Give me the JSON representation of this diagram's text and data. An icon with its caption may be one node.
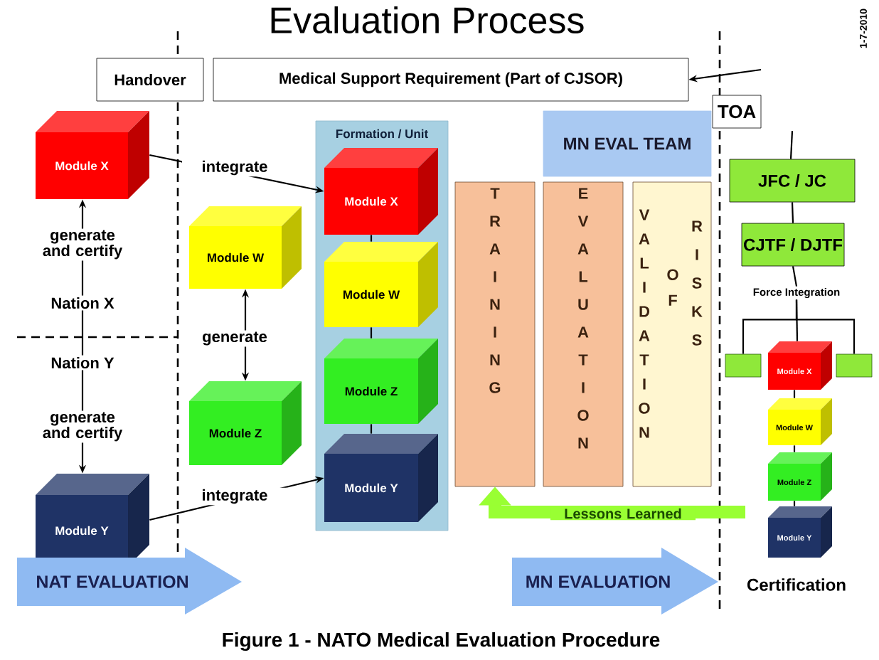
{
  "diagram": {
    "title": "Evaluation Process",
    "caption": "Figure 1 - NATO Medical Evaluation Procedure",
    "nodes": [
      {
        "text": [
          "Handover"
        ]
      },
      {
        "text": [
          "Medical Support Requirement (Part of CJSOR)"
        ]
      },
      {
        "text": [
          "TOA"
        ]
      },
      {
        "text": [
          "Module X"
        ]
      },
      {
        "text": [
          "Nation X"
        ]
      },
      {
        "text": [
          "Nation Y"
        ]
      },
      {
        "text": [
          "Module Y"
        ]
      },
      {
        "text": [
          "Module W"
        ]
      },
      {
        "text": [
          "Module Z"
        ]
      },
      {
        "text": [
          "Formation / Unit"
        ]
      },
      {
        "text": [
          "Module X"
        ],
        "in": 9
      },
      {
        "text": [
          "Module W"
        ],
        "in": 9
      },
      {
        "text": [
          "Module Z"
        ],
        "in": 9
      },
      {
        "text": [
          "Module Y"
        ],
        "in": 9
      },
      {
        "text": [
          "MN EVAL TEAM"
        ]
      },
      {
        "text": [
          "TRAINING"
        ]
      },
      {
        "text": [
          "EVALUATION"
        ]
      },
      {
        "text": [
          "VALIDATION",
          "OF",
          "RISKS"
        ]
      },
      {
        "text": [
          "JFC / JC"
        ]
      },
      {
        "text": [
          "CJTF / DJTF"
        ]
      },
      {
        "text": [
          "Force Integration"
        ]
      },
      {
        "text": [],
        "shape": "box"
      },
      {
        "text": [
          "Module X"
        ]
      },
      {
        "text": [],
        "shape": "box"
      },
      {
        "text": [
          "Module W"
        ]
      },
      {
        "text": [
          "Module Z"
        ]
      },
      {
        "text": [
          "Module Y"
        ]
      },
      {
        "text": [
          "NAT EVALUATION"
        ]
      },
      {
        "text": [
          "MN EVALUATION"
        ]
      }
    ],
    "edges": [
      {
        "from": null,
        "to": 1,
        "arrow": "to"
      },
      {
        "from": 4,
        "to": 3,
        "arrow": "to",
        "label": "generate and certify"
      },
      {
        "from": 5,
        "to": 6,
        "arrow": "to",
        "label": "generate and certify"
      },
      {
        "from": 7,
        "to": 8,
        "arrow": "both",
        "label": "generate"
      },
      {
        "from": 3,
        "to": 10,
        "arrow": "to",
        "label": "integrate"
      },
      {
        "from": 6,
        "to": 13,
        "arrow": "to",
        "label": "integrate"
      },
      {
        "from": 10,
        "to": 11,
        "arrow": "none"
      },
      {
        "from": 11,
        "to": 12,
        "arrow": "none"
      },
      {
        "from": 12,
        "to": 13,
        "arrow": "none"
      },
      {
        "from": 4,
        "to": 5,
        "arrow": "none"
      },
      {
        "from": null,
        "to": 18,
        "arrow": "none"
      },
      {
        "from": 18,
        "to": 19,
        "arrow": "none"
      },
      {
        "from": 19,
        "to": 20,
        "arrow": "none"
      },
      {
        "from": 20,
        "to": 21,
        "arrow": "none"
      },
      {
        "from": 20,
        "to": 22,
        "arrow": "none"
      },
      {
        "from": 20,
        "to": 23,
        "arrow": "none"
      },
      {
        "from": 22,
        "to": 24,
        "arrow": "none"
      },
      {
        "from": 24,
        "to": 25,
        "arrow": "none"
      },
      {
        "from": 25,
        "to": 26,
        "arrow": "none"
      },
      {
        "from": null,
        "to": 15,
        "arrow": "to",
        "label": "Lessons Learned",
        "style": "thick",
        "color": "#99ff33"
      }
    ],
    "labels": [
      "1-7-2010",
      "Certification"
    ]
  }
}
